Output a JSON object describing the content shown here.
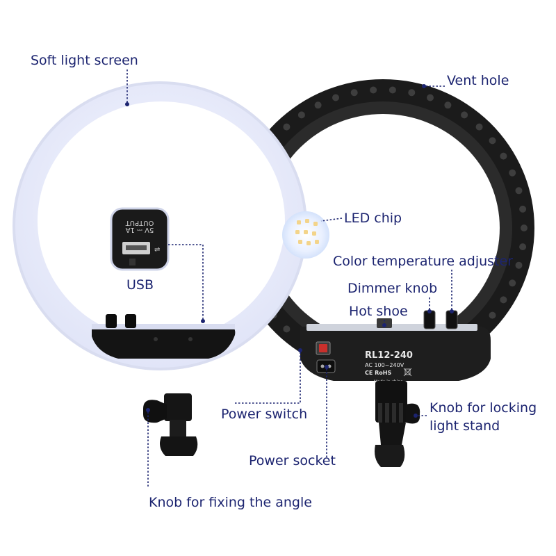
{
  "labels": {
    "soft_light_screen": "Soft light screen",
    "vent_hole": "Vent hole",
    "led_chip": "LED chip",
    "color_temperature_adjuster": "Color temperature adjuster",
    "dimmer_knob": "Dimmer knob",
    "hot_shoe": "Hot shoe",
    "usb": "USB",
    "power_switch": "Power switch",
    "power_socket": "Power socket",
    "knob_locking_line1": "Knob for locking",
    "knob_locking_line2": "light stand",
    "knob_fixing_angle": "Knob for fixing the angle"
  },
  "usb_port": {
    "line1": "OUTPUT",
    "line2": "5V ⎓ 1A"
  },
  "back_panel": {
    "model": "RL12-240",
    "voltage": "AC 100~240V",
    "cert": "CE RoHS",
    "origin": "Made in china"
  },
  "colors": {
    "label_text": "#1c2470",
    "ring_front": "#eef0fb",
    "ring_back": "#1b1b1b",
    "control_box": "#1e1e1e"
  }
}
